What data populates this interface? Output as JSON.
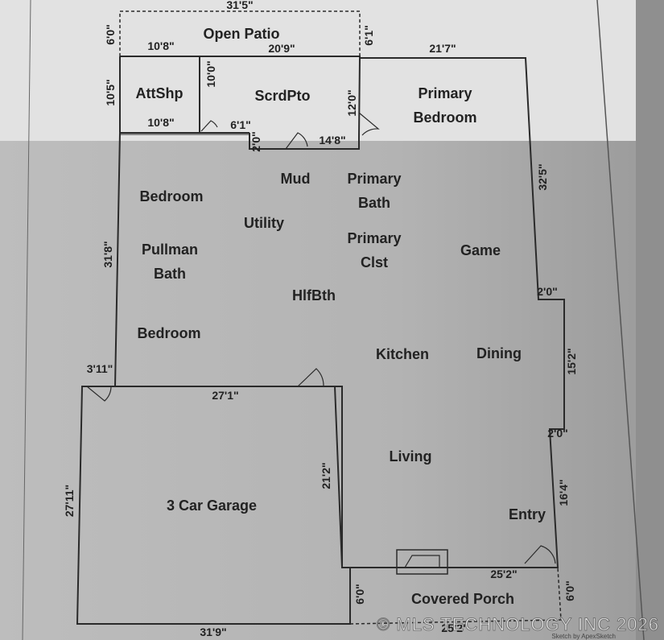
{
  "colors": {
    "paper": "#e6e6e6",
    "shade": "#a9a9a9",
    "wall": "#2a2a2a",
    "text": "#222222"
  },
  "rooms": {
    "open_patio": "Open Patio",
    "att_shp": "AttShp",
    "scrd_pto": "ScrdPto",
    "primary_bedroom": "Primary Bedroom",
    "mud": "Mud",
    "primary_bath": "Primary Bath",
    "bedroom_1": "Bedroom",
    "utility": "Utility",
    "primary_clst": "Primary Clst",
    "pullman_bath": "Pullman Bath",
    "game": "Game",
    "hlf_bth": "HlfBth",
    "bedroom_2": "Bedroom",
    "kitchen": "Kitchen",
    "dining": "Dining",
    "living": "Living",
    "three_car_garage": "3 Car Garage",
    "entry": "Entry",
    "covered_porch": "Covered Porch"
  },
  "dimensions": {
    "patio_width": "31'5\"",
    "patio_depth": "6'0\"",
    "attshp_width_top": "10'8\"",
    "scrdpto_width": "20'9\"",
    "patio_right": "6'1\"",
    "primary_width": "21'7\"",
    "attshp_depth": "10'5\"",
    "scrdpto_depth": "10'0\"",
    "primary_bed_depth": "12'0\"",
    "attshp_width_bottom": "10'8\"",
    "offset_a": "6'1\"",
    "offset_b": "2'0\"",
    "offset_c": "14'8\"",
    "right_upper": "32'5\"",
    "left_depth": "31'8\"",
    "jog_upper": "2'0\"",
    "right_middle": "15'2\"",
    "garage_jog": "3'11\"",
    "garage_top": "27'1\"",
    "garage_inner": "21'2\"",
    "jog_lower": "2'0\"",
    "right_lower": "16'4\"",
    "garage_left": "27'11\"",
    "porch_width": "25'2\"",
    "porch_left": "6'0\"",
    "porch_right": "6'0\"",
    "bottom_width": "31'9\"",
    "porch_bottom": "25'2\""
  },
  "watermark": "© MLS TECHNOLOGY INC 2026",
  "sketch_credit": "Sketch by ApexSketch"
}
